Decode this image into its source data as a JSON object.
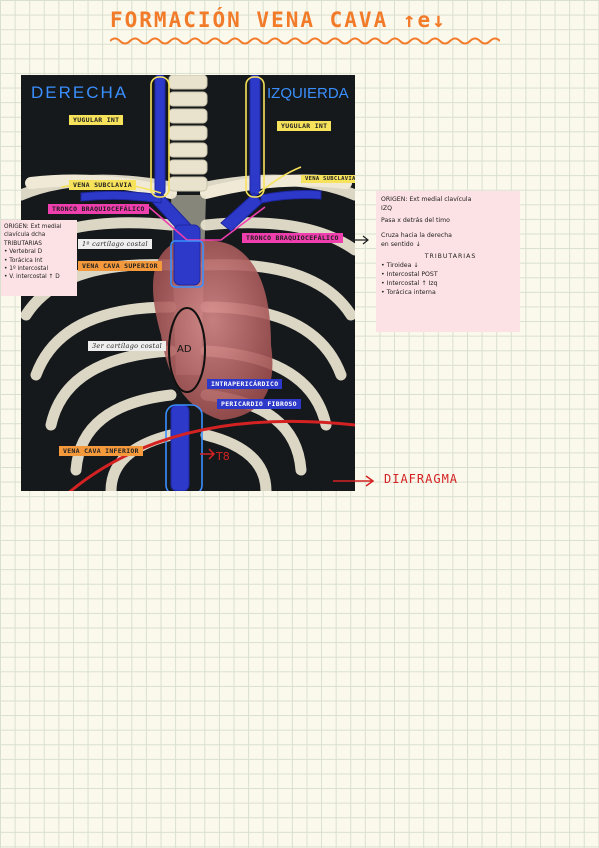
{
  "title": "FORMACIÓN VENA CAVA ↑e↓",
  "figure": {
    "side_right_of_body": "DERECHA",
    "side_left_of_body": "IZQUIERDA",
    "labels": {
      "yugular_der": "YUGULAR INT",
      "yugular_izq": "YUGULAR INT",
      "subclavia_der": "VENA SUBCLAVIA",
      "subclavia_izq": "VENA SUBCLAVIA",
      "tronco_der": "TRONCO BRAQUIOCEFÁLICO",
      "tronco_izq": "TRONCO BRAQUIOCEFÁLICO",
      "cartilago_1": "1º cartílago costal",
      "cartilago_3": "3er cartílago costal",
      "vena_cava_superior": "VENA CAVA SUPERIOR",
      "intrapericardico": "INTRAPERICÁRDICO",
      "pericardio_fibroso": "PERICARDIO FIBROSO",
      "vena_cava_inferior": "VENA CAVA INFERIOR",
      "ad": "AD",
      "t8": "T8",
      "diafragma": "DIAFRAGMA"
    },
    "colors": {
      "background": "#16191c",
      "vein": "#2d39c8",
      "outline_yellow": "#f7e25c",
      "outline_blue": "#3a8fff",
      "diaphragm": "#d42222"
    }
  },
  "note_right": {
    "lines": [
      "ORIGEN: Ext medial clavícula",
      "IZQ",
      "Pasa x detrás del timo",
      "Cruza hacia la derecha",
      "en sentido ↓",
      "TRIBUTARIAS",
      "• Tiroidea ↓",
      "• Intercostal POST",
      "• Intercostal ↑ Izq",
      "• Torácica interna"
    ]
  },
  "note_left": {
    "lines": [
      "ORIGEN: Ext medial",
      "clavícula dcha",
      "TRIBUTARIAS",
      "• Vertebral D",
      "• Torácica Int",
      "• 1º intercostal",
      "• V. intercostal ↑ D"
    ]
  }
}
